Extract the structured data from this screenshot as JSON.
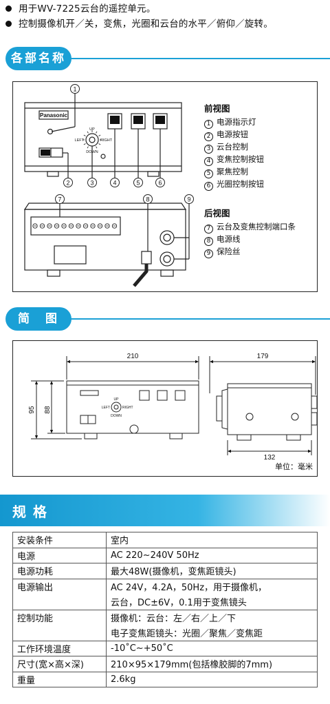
{
  "intro": {
    "bullets": [
      "用于WV-7225云台的遥控单元。",
      "控制摄像机开／关，变焦，光圈和云台的水平／俯仰／旋转。"
    ]
  },
  "parts_section": {
    "title": "各部名称",
    "front_title": "前视图",
    "front_items": [
      {
        "num": "1",
        "label": "电源指示灯"
      },
      {
        "num": "2",
        "label": "电源按钮"
      },
      {
        "num": "3",
        "label": "云台控制"
      },
      {
        "num": "4",
        "label": "变焦控制按钮"
      },
      {
        "num": "5",
        "label": "聚焦控制"
      },
      {
        "num": "6",
        "label": "光圈控制按钮"
      }
    ],
    "rear_title": "后视图",
    "rear_items": [
      {
        "num": "7",
        "label": "云台及变焦控制端口条"
      },
      {
        "num": "8",
        "label": "电源线"
      },
      {
        "num": "9",
        "label": "保险丝"
      }
    ],
    "front_callouts": [
      "1",
      "2",
      "3",
      "4",
      "5",
      "6"
    ],
    "rear_callouts": [
      "7",
      "8",
      "9"
    ],
    "brand": "Panasonic",
    "joystick_labels": {
      "up": "UP",
      "down": "DOWN",
      "left": "LEFT",
      "right": "RIGHT"
    }
  },
  "diagram_section": {
    "title": "简　图",
    "dim_width": "210",
    "dim_depth": "179",
    "dim_height": "95",
    "dim_body_height": "88",
    "dim_base": "132",
    "unit_note": "单位：毫米",
    "joystick_labels": {
      "up": "UP",
      "down": "DOWN",
      "left": "LEFT",
      "right": "RIGHT"
    }
  },
  "spec_section": {
    "title": "规格",
    "rows": [
      {
        "key": "安装条件",
        "values": [
          "室内"
        ]
      },
      {
        "key": "电源",
        "values": [
          "AC 220~240V 50Hz"
        ]
      },
      {
        "key": "电源功耗",
        "values": [
          "最大48W(摄像机，变焦距镜头)"
        ]
      },
      {
        "key": "电源输出",
        "values": [
          "AC 24V，4.2A，50Hz，用于摄像机，",
          "云台，DC±6V，0.1用于变焦镜头"
        ]
      },
      {
        "key": "控制功能",
        "values": [
          "摄像机：云台：左／右／上／下",
          "电子变焦距镜头：光圈／聚焦／变焦距"
        ]
      },
      {
        "key": "工作环境温度",
        "values": [
          "-10˚C~+50˚C"
        ]
      },
      {
        "key": "尺寸(宽×高×深)",
        "values": [
          "210×95×179mm(包括橡胶脚的7mm)"
        ]
      },
      {
        "key": "重量",
        "values": [
          "2.6kg"
        ]
      }
    ]
  },
  "colors": {
    "accent": "#1aa0d6",
    "line": "#222222"
  }
}
